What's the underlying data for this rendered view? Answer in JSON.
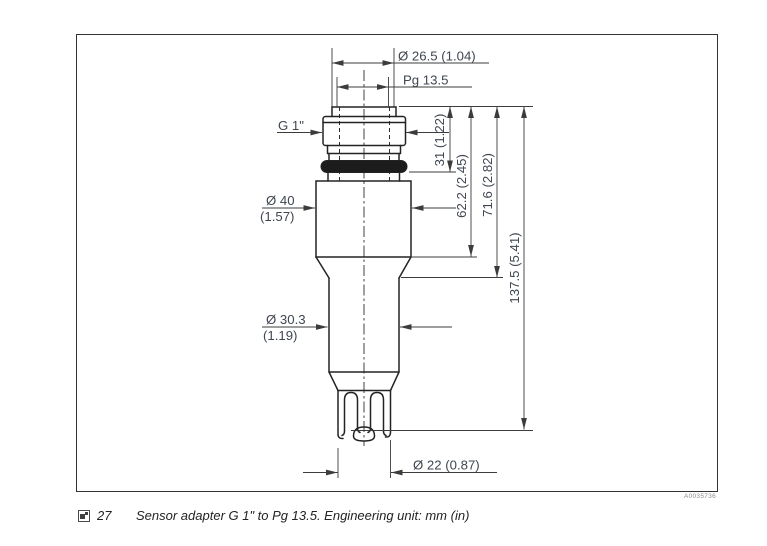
{
  "figure": {
    "artifact_id": "A0035736",
    "caption": {
      "number": "27",
      "text": "Sensor adapter G 1\" to Pg 13.5. Engineering unit: mm (in)"
    }
  },
  "drawing": {
    "labels": {
      "top_diameter": "Ø 26.5 (1.04)",
      "top_thread": "Pg 13.5",
      "side_thread": "G 1\"",
      "body_diameter_mm": "Ø 40",
      "body_diameter_in": "(1.57)",
      "tube_diameter_mm": "Ø 30.3",
      "tube_diameter_in": "(1.19)",
      "length_thread_section": "31 (1.22)",
      "length_to_body_end": "62.2 (2.45)",
      "length_to_chamfer_end": "71.6 (2.82)",
      "length_total": "137.5 (5.41)",
      "bottom_diameter": "Ø 22 (0.87)"
    },
    "colors": {
      "line": "#232323",
      "dimension_text": "#3f4650",
      "o_ring_fill": "#1c1c1c"
    }
  }
}
